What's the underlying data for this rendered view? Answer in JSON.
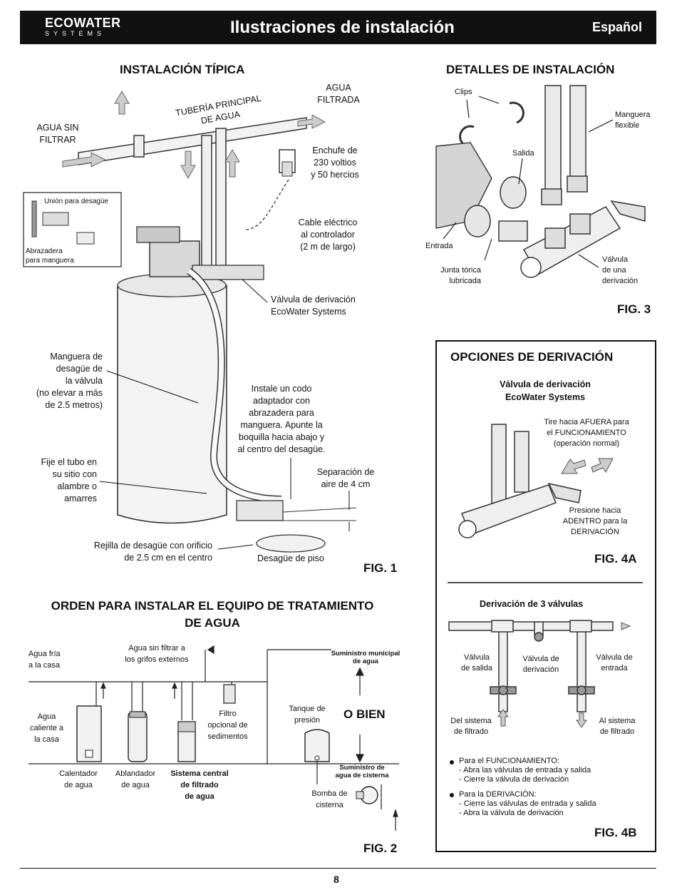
{
  "header": {
    "logo_main": "ECOWATER",
    "logo_sub": "SYSTEMS",
    "title": "Ilustraciones de instalación",
    "language": "Español"
  },
  "fig1": {
    "section_title": "INSTALACIÓN TÍPICA",
    "main_pipe": "TUBERÍA PRINCIPAL\nDE AGUA",
    "unfiltered": "AGUA SIN\nFILTRAR",
    "filtered": "AGUA\nFILTRADA",
    "outlet": "Enchufe de\n230 voltios\ny 50 hercios",
    "drain_union": "Unión para desagüe",
    "hose_clamp": "Abrazadera\npara manguera",
    "power_cable": "Cable eléctrico\nal controlador\n(2 m de largo)",
    "bypass_valve": "Válvula de derivación\nEcoWater Systems",
    "drain_hose": "Manguera de\ndesagüe de\nla válvula\n(no elevar a más\nde 2.5 metros)",
    "elbow": "Instale un codo\nadaptador con\nabrazadera para\nmanguera. Apunte la\nboquilla hacia abajo y\nal centro del desagüe.",
    "secure_tube": "Fije el tubo en\nsu sitio con\nalambre o\namarres",
    "air_gap": "Separación de\naire de 4 cm",
    "drain_grate": "Rejilla de desagüe con orificio\nde 2.5 cm en el centro",
    "floor_drain": "Desagüe de piso",
    "fig_label": "FIG. 1"
  },
  "fig3": {
    "section_title": "DETALLES DE INSTALACIÓN",
    "clips": "Clips",
    "flex_hose": "Manguera\nflexible",
    "outlet": "Salida",
    "inlet": "Entrada",
    "o_ring": "Junta tórica\nlubricada",
    "valve": "Válvula\nde una\nderivación",
    "fig_label": "FIG. 3"
  },
  "fig4a": {
    "section_title": "OPCIONES DE DERIVACIÓN",
    "subtitle": "Válvula de derivación\nEcoWater Systems",
    "pull_out": "Tire hacia AFUERA para\nel FUNCIONAMIENTO\n(operación normal)",
    "push_in": "Presione hacia\nADENTRO para la\nDERIVACIÓN",
    "fig_label": "FIG. 4A"
  },
  "fig4b": {
    "title": "Derivación de 3 válvulas",
    "outlet_valve": "Válvula\nde salida",
    "bypass_valve": "Válvula de\nderivación",
    "inlet_valve": "Válvula de\nentrada",
    "from_system": "Del sistema\nde filtrado",
    "to_system": "Al sistema\nde filtrado",
    "service_title": "Para el FUNCIONAMIENTO:",
    "service_1": "- Abra las válvulas de entrada y salida",
    "service_2": "- Cierre la válvula de derivación",
    "bypass_title": "Para la DERIVACIÓN:",
    "bypass_1": "- Cierre las válvulas de entrada y salida",
    "bypass_2": "- Abra la válvula de derivación",
    "fig_label": "FIG. 4B"
  },
  "fig2": {
    "section_title": "ORDEN PARA INSTALAR EL EQUIPO DE TRATAMIENTO\nDE AGUA",
    "cold_water": "Agua fría\na la casa",
    "unfiltered_ext": "Agua sin filtrar a\nlos grifos externos",
    "municipal": "Suministro municipal\nde agua",
    "hot_water": "Agua\ncaliente a\nla casa",
    "sediment": "Filtro\nopcional de\nsedimentos",
    "pressure_tank": "Tanque de\npresión",
    "or": "O BIEN",
    "cistern_supply": "Suministro de\nagua de cisterna",
    "heater": "Calentador\nde agua",
    "softener": "Ablandador\nde agua",
    "central": "Sistema central\nde filtrado\nde agua",
    "pump": "Bomba de\ncisterna",
    "fig_label": "FIG. 2"
  },
  "footer": {
    "page_number": "8"
  }
}
